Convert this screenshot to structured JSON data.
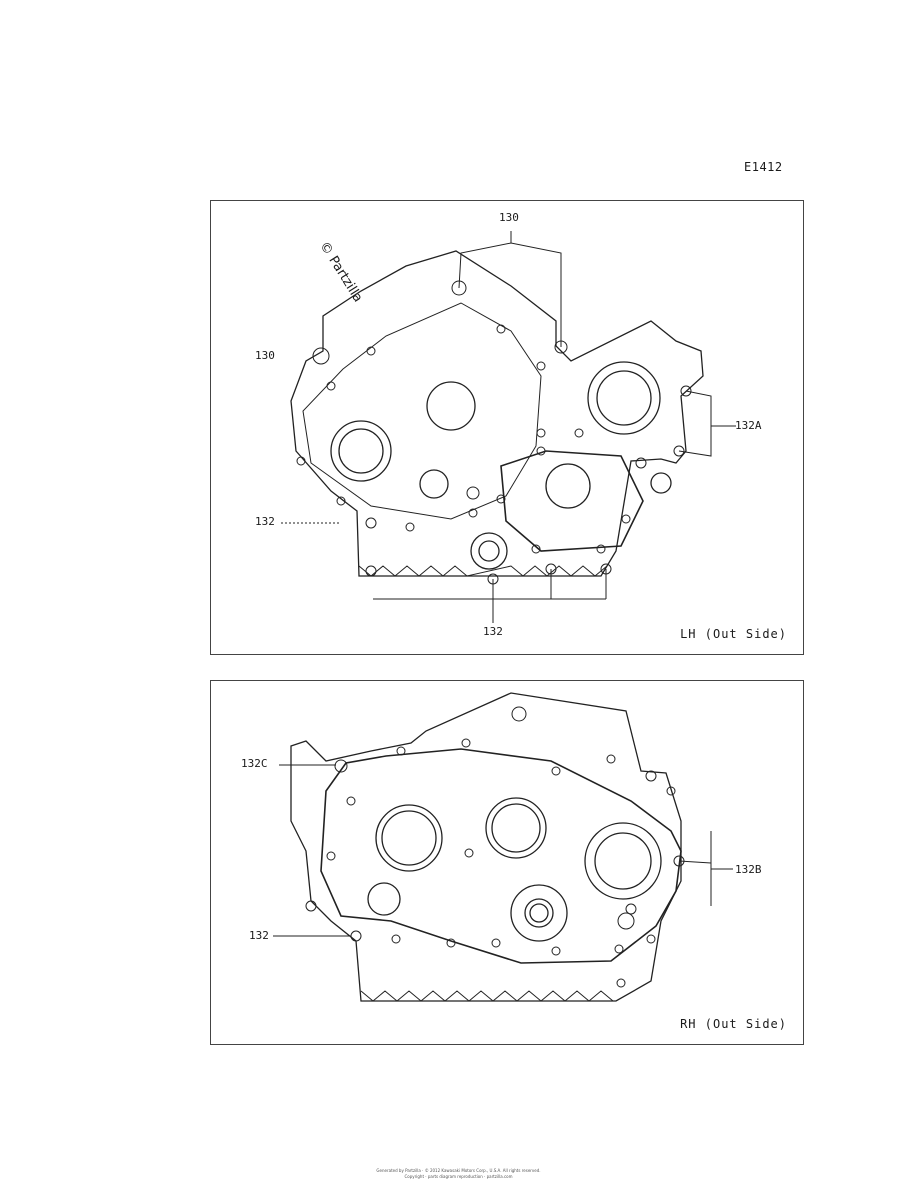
{
  "diagram_code": "E1412",
  "lh_panel": {
    "caption": "LH (Out Side)",
    "watermark": "© Partzilla",
    "labels": {
      "top": "130",
      "left": "130",
      "right": "132A",
      "mid_left": "132",
      "bottom": "132"
    }
  },
  "rh_panel": {
    "caption": "RH (Out Side)",
    "labels": {
      "top_left": "132C",
      "right": "132B",
      "bottom_left": "132"
    }
  },
  "footer": {
    "line1": "Generated by Partzilla · © 2012 Kawasaki Motors Corp., U.S.A. All rights reserved.",
    "line2": "Copyright · parts diagram reproduction · partzilla.com"
  }
}
